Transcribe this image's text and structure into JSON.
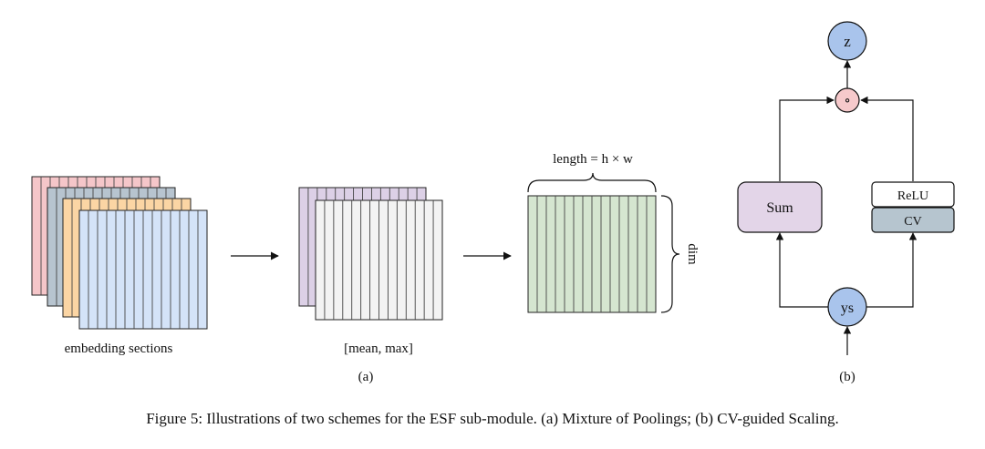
{
  "panel_a": {
    "label_embedding": "embedding sections",
    "label_pooling": "[mean, max]",
    "label_length": "length = h × w",
    "label_dim": "dim",
    "panel_label": "(a)"
  },
  "panel_b": {
    "node_z": "z",
    "node_hadamard": "∘",
    "node_sum": "Sum",
    "node_relu": "ReLU",
    "node_cv": "CV",
    "node_ys": "ys",
    "panel_label": "(b)"
  },
  "caption": "Figure 5: Illustrations of two schemes for the ESF sub-module. (a) Mixture of Poolings; (b) CV-guided Scaling.",
  "colors": {
    "stack_red": "#f5c6c9",
    "stack_gray": "#b7c4cf",
    "stack_orange": "#fbd5a4",
    "stack_blue": "#d4e3f8",
    "pool_purple": "#dcd0e6",
    "pool_white": "#f3f3f3",
    "output_green": "#d5e6d0",
    "node_blue": "#a9c4ec",
    "node_pink": "#f6c9cb",
    "sum_purple": "#e3d5e8",
    "cv_gray": "#b6c5cf"
  }
}
